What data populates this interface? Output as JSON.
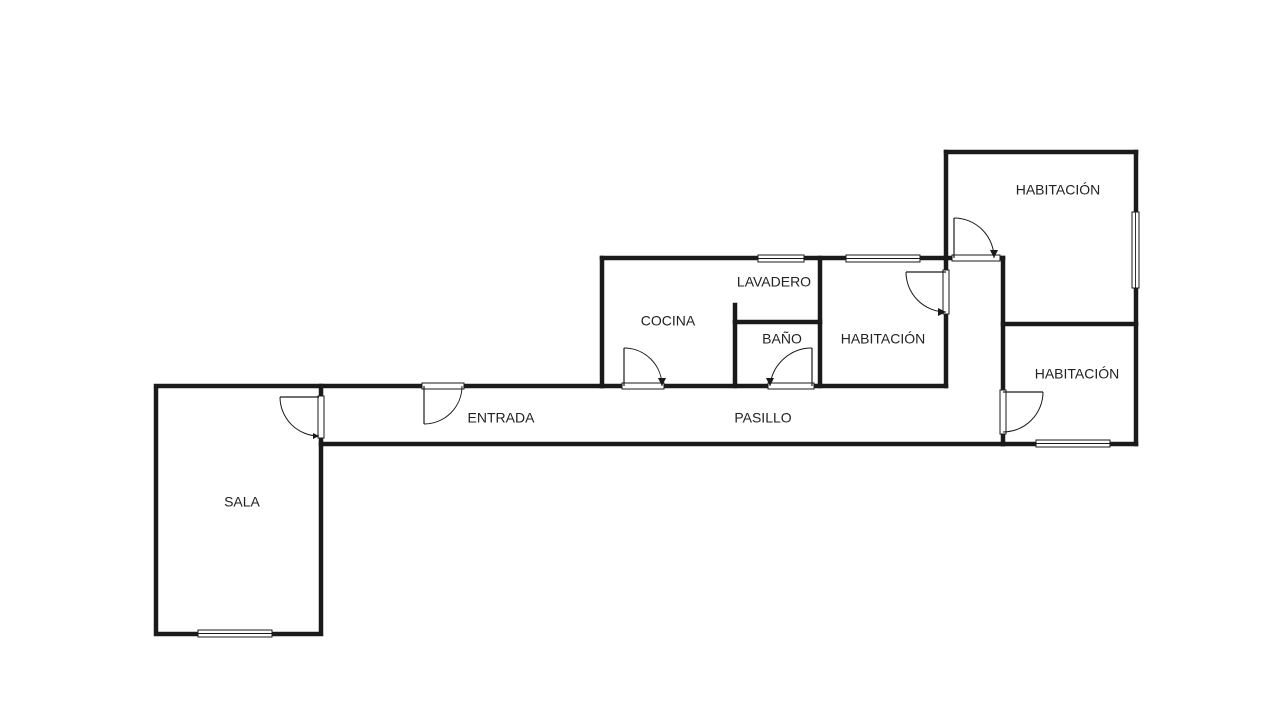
{
  "plan": {
    "colors": {
      "wall": "#1a1a1a",
      "background": "#ffffff",
      "label": "#222222"
    },
    "rooms": {
      "sala": "SALA",
      "entrada": "ENTRADA",
      "pasillo": "PASILLO",
      "cocina": "COCINA",
      "lavadero": "LAVADERO",
      "bano": "BAÑO",
      "habitacion_1": "HABITACIÓN",
      "habitacion_2": "HABITACIÓN",
      "habitacion_3": "HABITACIÓN"
    }
  }
}
